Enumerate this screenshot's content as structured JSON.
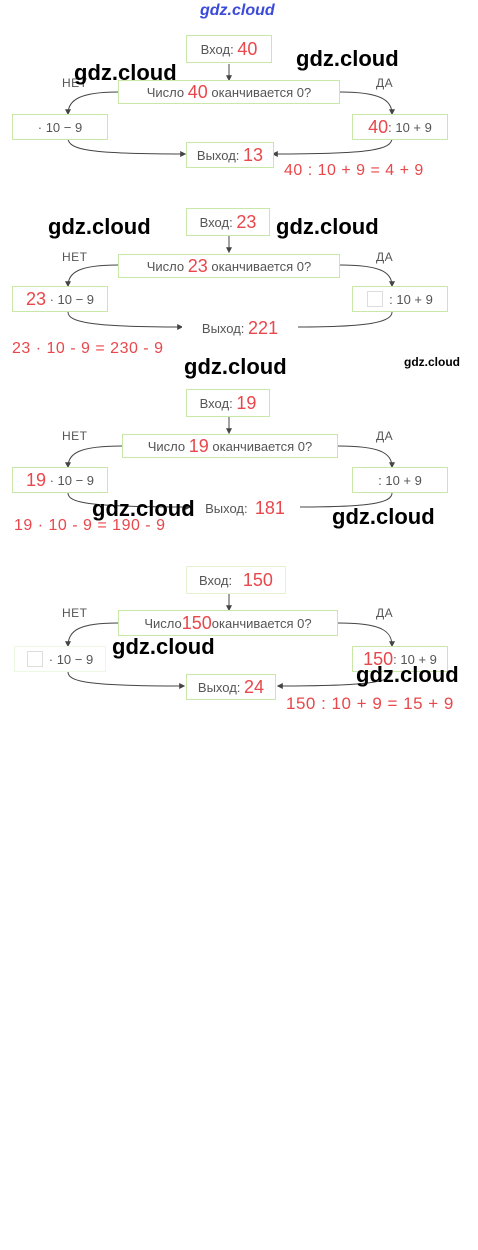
{
  "watermarks": {
    "top": "gdz.cloud",
    "w1": "gdz.cloud",
    "w2": "gdz.cloud",
    "w3": "gdz.cloud",
    "w4": "gdz.cloud",
    "w5": "gdz.cloud",
    "w6": "gdz.cloud",
    "w7": "gdz.cloud",
    "w8": "gdz.cloud",
    "w9": "gdz.cloud",
    "w10": "gdz.cloud"
  },
  "diagrams": [
    {
      "input_label": "Вход:",
      "input_value": "40",
      "cond_prefix": "Число",
      "cond_value": "40",
      "cond_suffix": "оканчивается 0?",
      "no_label": "НЕТ",
      "yes_label": "ДА",
      "left_value": "",
      "left_expr": "· 10 − 9",
      "right_value": "40",
      "right_expr": ": 10 + 9",
      "output_label": "Выход:",
      "output_value": "13",
      "equation": "40 : 10 + 9 = 4 + 9"
    },
    {
      "input_label": "Вход:",
      "input_value": "23",
      "cond_prefix": "Число",
      "cond_value": "23",
      "cond_suffix": "оканчивается 0?",
      "no_label": "НЕТ",
      "yes_label": "ДА",
      "left_value": "23",
      "left_expr": "· 10 − 9",
      "right_value": "",
      "right_expr": ": 10 + 9",
      "output_label": "Выход:",
      "output_value": "221",
      "equation": "23 · 10 - 9 = 230 - 9"
    },
    {
      "input_label": "Вход:",
      "input_value": "19",
      "cond_prefix": "Число",
      "cond_value": "19",
      "cond_suffix": "оканчивается 0?",
      "no_label": "НЕТ",
      "yes_label": "ДА",
      "left_value": "19",
      "left_expr": "· 10 − 9",
      "right_value": "",
      "right_expr": ": 10 + 9",
      "output_label": "Выход:",
      "output_value": "181",
      "equation": "19 · 10 - 9 = 190 - 9"
    },
    {
      "input_label": "Вход:",
      "input_value": "150",
      "cond_prefix": "Число",
      "cond_value": "150",
      "cond_suffix": "оканчивается 0?",
      "no_label": "НЕТ",
      "yes_label": "ДА",
      "left_value": "",
      "left_expr": "· 10 − 9",
      "right_value": "150",
      "right_expr": ": 10 + 9",
      "output_label": "Выход:",
      "output_value": "24",
      "equation": "150 : 10 + 9 = 15 + 9"
    }
  ],
  "colors": {
    "box_border": "#c9e7a6",
    "value_red": "#e8474b",
    "text_gray": "#555555",
    "watermark_blue": "#3b4bd8"
  }
}
